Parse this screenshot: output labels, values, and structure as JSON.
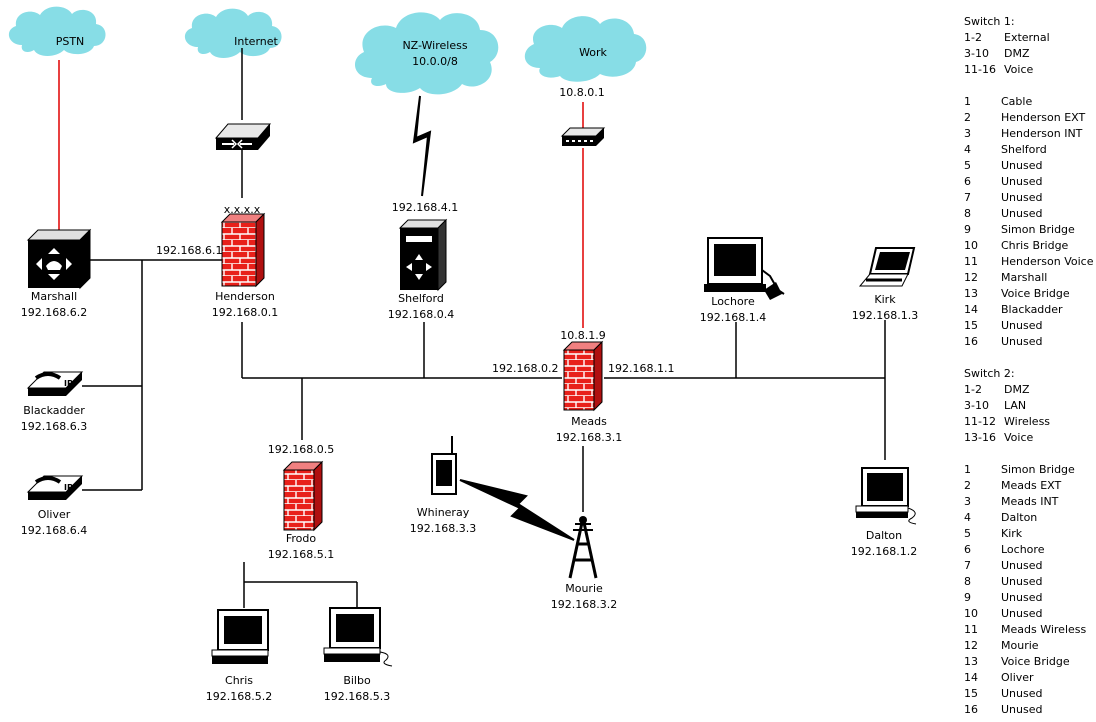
{
  "clouds": {
    "pstn": "PSTN",
    "internet": "Internet",
    "nzwireless": "NZ-Wireless",
    "nzwireless_net": "10.0.0/8",
    "work": "Work"
  },
  "labels": {
    "work_ip": "10.8.0.1",
    "internet_ip": "x.x.x.x",
    "shelford_uplink": "192.168.4.1",
    "marshall_link": "192.168.6.1",
    "meads_top": "10.8.1.9",
    "meads_left": "192.168.0.2",
    "meads_right": "192.168.1.1",
    "frodo_top": "192.168.0.5"
  },
  "devices": {
    "marshall": {
      "name": "Marshall",
      "ip": "192.168.6.2"
    },
    "henderson": {
      "name": "Henderson",
      "ip": "192.168.0.1"
    },
    "shelford": {
      "name": "Shelford",
      "ip": "192.168.0.4"
    },
    "meads": {
      "name": "Meads",
      "ip": "192.168.3.1"
    },
    "lochore": {
      "name": "Lochore",
      "ip": "192.168.1.4"
    },
    "kirk": {
      "name": "Kirk",
      "ip": "192.168.1.3"
    },
    "blackadder": {
      "name": "Blackadder",
      "ip": "192.168.6.3"
    },
    "oliver": {
      "name": "Oliver",
      "ip": "192.168.6.4"
    },
    "frodo": {
      "name": "Frodo",
      "ip": "192.168.5.1"
    },
    "whineray": {
      "name": "Whineray",
      "ip": "192.168.3.3"
    },
    "mourie": {
      "name": "Mourie",
      "ip": "192.168.3.2"
    },
    "dalton": {
      "name": "Dalton",
      "ip": "192.168.1.2"
    },
    "chris": {
      "name": "Chris",
      "ip": "192.168.5.2"
    },
    "bilbo": {
      "name": "Bilbo",
      "ip": "192.168.5.3"
    }
  },
  "legend": {
    "switch1_title": "Switch 1:",
    "switch1_ranges": [
      {
        "range": "1-2",
        "desc": "External"
      },
      {
        "range": "3-10",
        "desc": "DMZ"
      },
      {
        "range": "11-16",
        "desc": "Voice"
      }
    ],
    "switch1_ports": [
      {
        "port": "1",
        "name": "Cable"
      },
      {
        "port": "2",
        "name": "Henderson EXT"
      },
      {
        "port": "3",
        "name": "Henderson INT"
      },
      {
        "port": "4",
        "name": "Shelford"
      },
      {
        "port": "5",
        "name": "Unused"
      },
      {
        "port": "6",
        "name": "Unused"
      },
      {
        "port": "7",
        "name": "Unused"
      },
      {
        "port": "8",
        "name": "Unused"
      },
      {
        "port": "9",
        "name": "Simon Bridge"
      },
      {
        "port": "10",
        "name": "Chris Bridge"
      },
      {
        "port": "11",
        "name": "Henderson Voice"
      },
      {
        "port": "12",
        "name": "Marshall"
      },
      {
        "port": "13",
        "name": "Voice Bridge"
      },
      {
        "port": "14",
        "name": "Blackadder"
      },
      {
        "port": "15",
        "name": "Unused"
      },
      {
        "port": "16",
        "name": "Unused"
      }
    ],
    "switch2_title": "Switch 2:",
    "switch2_ranges": [
      {
        "range": "1-2",
        "desc": "DMZ"
      },
      {
        "range": "3-10",
        "desc": "LAN"
      },
      {
        "range": "11-12",
        "desc": "Wireless"
      },
      {
        "range": "13-16",
        "desc": "Voice"
      }
    ],
    "switch2_ports": [
      {
        "port": "1",
        "name": "Simon Bridge"
      },
      {
        "port": "2",
        "name": "Meads EXT"
      },
      {
        "port": "3",
        "name": "Meads INT"
      },
      {
        "port": "4",
        "name": "Dalton"
      },
      {
        "port": "5",
        "name": "Kirk"
      },
      {
        "port": "6",
        "name": "Lochore"
      },
      {
        "port": "7",
        "name": "Unused"
      },
      {
        "port": "8",
        "name": "Unused"
      },
      {
        "port": "9",
        "name": "Unused"
      },
      {
        "port": "10",
        "name": "Unused"
      },
      {
        "port": "11",
        "name": "Meads Wireless"
      },
      {
        "port": "12",
        "name": "Mourie"
      },
      {
        "port": "13",
        "name": "Voice Bridge"
      },
      {
        "port": "14",
        "name": "Oliver"
      },
      {
        "port": "15",
        "name": "Unused"
      },
      {
        "port": "16",
        "name": "Unused"
      }
    ]
  },
  "colors": {
    "cloud": "#87dde6",
    "firewall": "#e8201a",
    "phone_link": "#e00000"
  }
}
